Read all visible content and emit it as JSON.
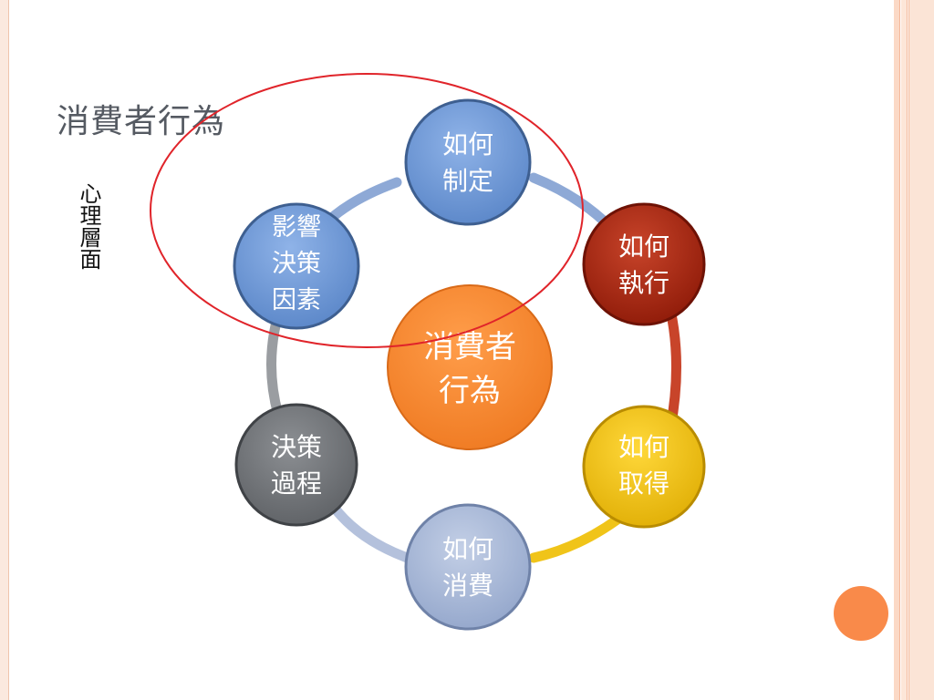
{
  "slide": {
    "title": "消費者行為",
    "side_label": "心理層面"
  },
  "diagram": {
    "center": {
      "line1": "消費者",
      "line2": "行為",
      "color": "#f58834"
    },
    "nodes": [
      {
        "id": "how-formulate",
        "lines": [
          "如何",
          "制定"
        ],
        "color": "#6f9bd8"
      },
      {
        "id": "how-execute",
        "lines": [
          "如何",
          "執行"
        ],
        "color": "#b32a12"
      },
      {
        "id": "how-acquire",
        "lines": [
          "如何",
          "取得"
        ],
        "color": "#f0c419"
      },
      {
        "id": "how-consume",
        "lines": [
          "如何",
          "消費"
        ],
        "color": "#a7b7d6"
      },
      {
        "id": "decision-process",
        "lines": [
          "決策",
          "過程"
        ],
        "color": "#777a7e"
      },
      {
        "id": "influence-factors",
        "lines": [
          "影響",
          "決策",
          "因素"
        ],
        "color": "#6f9bd8"
      }
    ],
    "highlight_color": "#e0242a",
    "accent_color": "#f98a4a"
  }
}
